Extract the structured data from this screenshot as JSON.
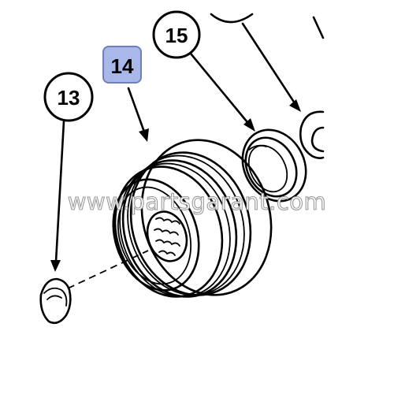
{
  "callouts": {
    "part_13": "13",
    "part_14": "14",
    "part_15": "15"
  },
  "highlight_color": "#a9b8e8",
  "watermark": "www.partsgarant.com"
}
